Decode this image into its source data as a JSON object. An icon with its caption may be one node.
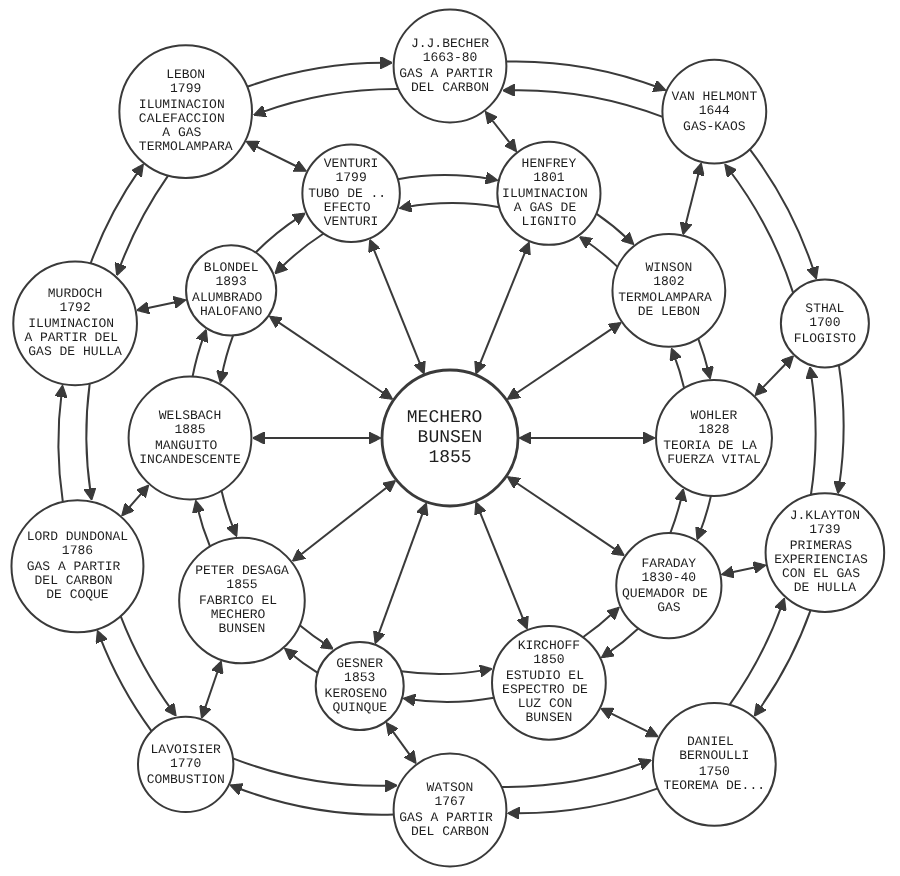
{
  "diagram": {
    "nodes": [
      {
        "text": [
          "LEBON",
          "1799",
          "ILUMINACION CALEFACCION A GAS TERMOLAMPARA"
        ]
      },
      {
        "text": [
          "J.J.BECHER",
          "1663-80",
          "GAS A PARTIR DEL CARBON"
        ]
      },
      {
        "text": [
          "MURDOCH",
          "1792",
          "ILUMINACION A PARTIR DEL GAS DE HULLA"
        ]
      },
      {
        "text": [
          "VAN HELMONT",
          "1644",
          "GAS-KAOS"
        ]
      },
      {
        "text": [
          "VENTURI",
          "1799",
          "TUBO DE .. EFECTO VENTURI"
        ]
      },
      {
        "text": [
          "HENFREY",
          "1801",
          "ILUMINACION A GAS DE LIGNITO"
        ]
      },
      {
        "text": [
          "BLONDEL",
          "1893",
          "ALUMBRADO HALOFANO"
        ]
      },
      {
        "text": [
          "WINSON",
          "1802",
          "TERMOLAMPARA DE LEBON"
        ]
      },
      {
        "text": [
          "LORD DUNDONAL",
          "1786",
          "GAS A PARTIR DEL CARBON DE COQUE"
        ]
      },
      {
        "text": [
          "STHAL",
          "1700",
          "FLOGISTO"
        ]
      },
      {
        "text": [
          "MECHERO BUNSEN",
          "1855"
        ]
      },
      {
        "text": [
          "WELSBACH",
          "1885",
          "MANGUITO INCANDESCENTE"
        ]
      },
      {
        "text": [
          "WOHLER",
          "1828",
          "TEORIA DE LA FUERZA VITAL"
        ]
      },
      {
        "text": [
          "FARADAY",
          "1830-40",
          "QUEMADOR DE GAS"
        ]
      },
      {
        "text": [
          "PETER DESAGA",
          "1855",
          "FABRICO EL MECHERO BUNSEN"
        ]
      },
      {
        "text": [
          "GESNER",
          "1853",
          "KEROSENO QUINQUE"
        ]
      },
      {
        "text": [
          "KIRCHOFF",
          "1850",
          "ESTUDIO EL ESPECTRO DE LUZ CON BUNSEN"
        ]
      },
      {
        "text": [
          "LAVOISIER",
          "1770",
          "COMBUSTION"
        ]
      },
      {
        "text": [
          "J.KLAYTON",
          "1739",
          "PRIMERAS EXPERIENCIAS CON EL GAS DE HULLA"
        ]
      },
      {
        "text": [
          "WATSON",
          "1767",
          "GAS A PARTIR DEL CARBON"
        ]
      },
      {
        "text": [
          "DANIEL BERNOULLI",
          "1750",
          "TEOREMA DE..."
        ]
      }
    ],
    "edges": [
      {
        "from": 10,
        "to": 4,
        "arrow": "both"
      },
      {
        "from": 10,
        "to": 5,
        "arrow": "both"
      },
      {
        "from": 10,
        "to": 7,
        "arrow": "both"
      },
      {
        "from": 10,
        "to": 12,
        "arrow": "both"
      },
      {
        "from": 10,
        "to": 13,
        "arrow": "both"
      },
      {
        "from": 10,
        "to": 16,
        "arrow": "both"
      },
      {
        "from": 10,
        "to": 15,
        "arrow": "both"
      },
      {
        "from": 10,
        "to": 14,
        "arrow": "both"
      },
      {
        "from": 10,
        "to": 11,
        "arrow": "both"
      },
      {
        "from": 10,
        "to": 6,
        "arrow": "both"
      },
      {
        "from": 0,
        "to": 4,
        "arrow": "both"
      },
      {
        "from": 1,
        "to": 5,
        "arrow": "both"
      },
      {
        "from": 3,
        "to": 7,
        "arrow": "both"
      },
      {
        "from": 9,
        "to": 12,
        "arrow": "both"
      },
      {
        "from": 18,
        "to": 13,
        "arrow": "both"
      },
      {
        "from": 20,
        "to": 16,
        "arrow": "both"
      },
      {
        "from": 19,
        "to": 15,
        "arrow": "both"
      },
      {
        "from": 17,
        "to": 14,
        "arrow": "both"
      },
      {
        "from": 8,
        "to": 11,
        "arrow": "both"
      },
      {
        "from": 2,
        "to": 6,
        "arrow": "both"
      },
      {
        "from": 0,
        "to": 1,
        "arrow": "to"
      },
      {
        "from": 1,
        "to": 3,
        "arrow": "to"
      },
      {
        "from": 3,
        "to": 9,
        "arrow": "to"
      },
      {
        "from": 9,
        "to": 18,
        "arrow": "to"
      },
      {
        "from": 18,
        "to": 20,
        "arrow": "to"
      },
      {
        "from": 20,
        "to": 19,
        "arrow": "to"
      },
      {
        "from": 19,
        "to": 17,
        "arrow": "to"
      },
      {
        "from": 17,
        "to": 8,
        "arrow": "to"
      },
      {
        "from": 8,
        "to": 2,
        "arrow": "to"
      },
      {
        "from": 2,
        "to": 0,
        "arrow": "to"
      },
      {
        "from": 1,
        "to": 0,
        "arrow": "to"
      },
      {
        "from": 0,
        "to": 2,
        "arrow": "to"
      },
      {
        "from": 2,
        "to": 8,
        "arrow": "to"
      },
      {
        "from": 8,
        "to": 17,
        "arrow": "to"
      },
      {
        "from": 17,
        "to": 19,
        "arrow": "to"
      },
      {
        "from": 19,
        "to": 20,
        "arrow": "to"
      },
      {
        "from": 20,
        "to": 18,
        "arrow": "to"
      },
      {
        "from": 18,
        "to": 9,
        "arrow": "to"
      },
      {
        "from": 9,
        "to": 3,
        "arrow": "to"
      },
      {
        "from": 3,
        "to": 1,
        "arrow": "to"
      },
      {
        "from": 4,
        "to": 5,
        "arrow": "to"
      },
      {
        "from": 5,
        "to": 7,
        "arrow": "to"
      },
      {
        "from": 7,
        "to": 12,
        "arrow": "to"
      },
      {
        "from": 12,
        "to": 13,
        "arrow": "to"
      },
      {
        "from": 13,
        "to": 16,
        "arrow": "to"
      },
      {
        "from": 16,
        "to": 15,
        "arrow": "to"
      },
      {
        "from": 15,
        "to": 14,
        "arrow": "to"
      },
      {
        "from": 14,
        "to": 11,
        "arrow": "to"
      },
      {
        "from": 11,
        "to": 6,
        "arrow": "to"
      },
      {
        "from": 6,
        "to": 4,
        "arrow": "to"
      },
      {
        "from": 5,
        "to": 4,
        "arrow": "to"
      },
      {
        "from": 4,
        "to": 6,
        "arrow": "to"
      },
      {
        "from": 6,
        "to": 11,
        "arrow": "to"
      },
      {
        "from": 11,
        "to": 14,
        "arrow": "to"
      },
      {
        "from": 14,
        "to": 15,
        "arrow": "to"
      },
      {
        "from": 15,
        "to": 16,
        "arrow": "to"
      },
      {
        "from": 16,
        "to": 13,
        "arrow": "to"
      },
      {
        "from": 13,
        "to": 12,
        "arrow": "to"
      },
      {
        "from": 12,
        "to": 7,
        "arrow": "to"
      },
      {
        "from": 7,
        "to": 5,
        "arrow": "to"
      }
    ]
  }
}
